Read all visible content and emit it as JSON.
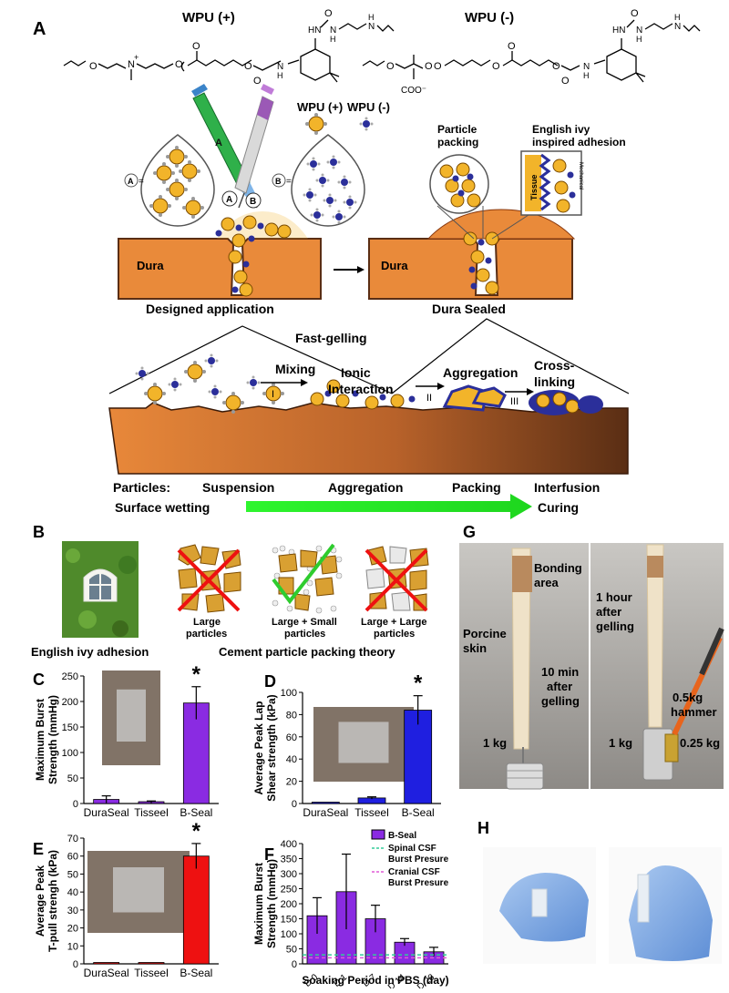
{
  "panelA": {
    "letter": "A",
    "wpu_pos_title": "WPU (+)",
    "wpu_neg_title": "WPU (-)",
    "legend_pos": "WPU (+)",
    "legend_neg": "WPU (-)",
    "syringe_a": "A",
    "syringe_b": "B",
    "drop_a": "A",
    "drop_b": "B",
    "particle_packing": [
      "Particle",
      "packing"
    ],
    "ivy_inspired": [
      "English ivy",
      "inspired adhesion"
    ],
    "tissue": "Tissue",
    "mechanical": "Mechanical",
    "dura_left": "Dura",
    "dura_right": "Dura",
    "designed_application": "Designed application",
    "dura_sealed": "Dura Sealed",
    "fast_gelling": "Fast-gelling",
    "mixing": "Mixing",
    "step1": "I",
    "ionic": [
      "Ionic",
      "Interaction"
    ],
    "aggregation_step": "Aggregation",
    "step2": "II",
    "step3": "III",
    "crosslinking": [
      "Cross-",
      "linking"
    ],
    "particles_label": "Particles:",
    "stages": [
      "Suspension",
      "Aggregation",
      "Packing",
      "Interfusion"
    ],
    "surface_wetting": "Surface wetting",
    "curing": "Curing"
  },
  "panelB": {
    "letter": "B",
    "ivy_caption": "English ivy adhesion",
    "packing_caption": "Cement particle packing theory",
    "cases": [
      [
        "Large",
        "particles"
      ],
      [
        "Large + Small",
        "particles"
      ],
      [
        "Large + Large",
        "particles"
      ]
    ]
  },
  "panelG": {
    "letter": "G",
    "left": {
      "bonding": [
        "Bonding",
        "area"
      ],
      "porcine": [
        "Porcine",
        "skin"
      ],
      "time": [
        "10 min",
        "after",
        "gelling"
      ],
      "weight": "1 kg"
    },
    "right": {
      "time": [
        "1 hour",
        "after",
        "gelling"
      ],
      "hammer": [
        "0.5kg",
        "hammer"
      ],
      "weight1": "1 kg",
      "weight2": "0.25 kg"
    }
  },
  "panelH": {
    "letter": "H"
  },
  "colors": {
    "dura": "#e98a3a",
    "particle": "#f2b42a",
    "neg_particle": "#2b2f9a",
    "purple": "#8a2be2",
    "blue": "#1f1fe0",
    "red": "#ee1111",
    "green_arrow": "#22ee22"
  },
  "chart_data": [
    {
      "panel": "C",
      "type": "bar",
      "categories": [
        "DuraSeal",
        "Tisseel",
        "B-Seal"
      ],
      "values": [
        8,
        3,
        197
      ],
      "errors": [
        7,
        2,
        32
      ],
      "ylabel": [
        "Maximum Burst",
        "Strength (mmHg)"
      ],
      "ylim": [
        0,
        250
      ],
      "yticks": [
        "0",
        "50",
        "100",
        "150",
        "200",
        "250"
      ],
      "annotation": "*"
    },
    {
      "panel": "D",
      "type": "bar",
      "categories": [
        "DuraSeal",
        "Tisseel",
        "B-Seal"
      ],
      "values": [
        0,
        5,
        84
      ],
      "errors": [
        0,
        1,
        13
      ],
      "ylabel": [
        "Average Peak Lap",
        "Shear strength (kPa)"
      ],
      "ylim": [
        0,
        100
      ],
      "yticks": [
        "0",
        "20",
        "40",
        "60",
        "80",
        "100"
      ],
      "annotation": "*"
    },
    {
      "panel": "E",
      "type": "bar",
      "categories": [
        "DuraSeal",
        "Tisseel",
        "B-Seal"
      ],
      "values": [
        0,
        0,
        60
      ],
      "errors": [
        0,
        0,
        7
      ],
      "ylabel": [
        "Average Peak",
        "T-pull strengh (kPa)"
      ],
      "ylim": [
        0,
        70
      ],
      "yticks": [
        "0",
        "10",
        "20",
        "30",
        "40",
        "50",
        "60",
        "70"
      ],
      "annotation": "*"
    },
    {
      "panel": "F",
      "type": "bar",
      "categories": [
        "D 0",
        "D 1",
        "D 7",
        "D 14",
        "D 28"
      ],
      "values": [
        160,
        240,
        150,
        72,
        40
      ],
      "errors": [
        60,
        125,
        45,
        12,
        15
      ],
      "ylabel": [
        "Maximum Burst",
        "Strength (mmHg)"
      ],
      "xlabel": "Soaking Period in PBS (day)",
      "ylim": [
        0,
        400
      ],
      "yticks": [
        "0",
        "50",
        "100",
        "150",
        "200",
        "250",
        "300",
        "350",
        "400"
      ],
      "legend": {
        "bar": "B-Seal",
        "spinal": [
          "Spinal CSF",
          "Burst Presure"
        ],
        "cranial": [
          "Cranial CSF",
          "Burst Presure"
        ]
      },
      "reference_lines": [
        {
          "name": "Spinal CSF",
          "value": 30
        },
        {
          "name": "Cranial CSF",
          "value": 20
        }
      ]
    }
  ]
}
